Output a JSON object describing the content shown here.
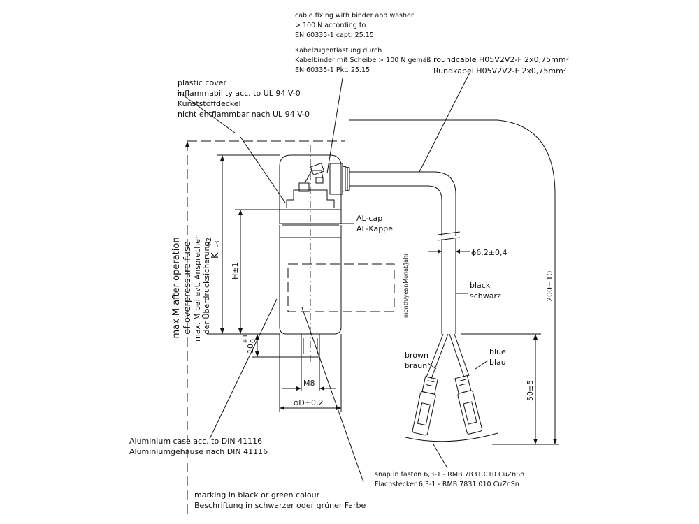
{
  "notes": {
    "cable_fixing": {
      "en1": "cable fixing with binder and washer",
      "en2": "> 100 N according to",
      "en3": "EN 60335-1 capt. 25.15",
      "de1": "Kabelzugentlastung durch",
      "de2": "Kabelbinder mit Scheibe > 100 N gemäß",
      "de3": "EN 60335-1 Pkt. 25.15"
    },
    "round_cable": {
      "en": "roundcable H05V2V2-F  2x0,75mm²",
      "de": "Rundkabel H05V2V2-F  2x0,75mm²"
    },
    "plastic_cover": {
      "en1": "plastic cover",
      "en2": "inflammability acc. to UL 94 V-0",
      "de1": "Kunststoffdeckel",
      "de2": "nicht entflammbar nach UL 94 V-0"
    },
    "al_cap": {
      "en": "AL-cap",
      "de": "AL-Kappe"
    },
    "cable_dia": "ϕ6,2±0,4",
    "black": {
      "en": "black",
      "de": "schwarz"
    },
    "brown": {
      "en": "brown",
      "de": "braun"
    },
    "blue": {
      "en": "blue",
      "de": "blau"
    },
    "date_code": "month/year/Monat/Jahr",
    "max_m": {
      "en1": "max M after operation",
      "en2": "of overpressure fuse",
      "de1": "max. M bei evt. Ansprechen",
      "de2": "der Überdrucksicherung"
    },
    "aluminium_case": {
      "en": "Aluminium case acc. to DIN 41116",
      "de": "Aluminiumgehäuse nach DIN 41116"
    },
    "snap_in": {
      "en": "snap in faston 6,3-1 - RMB 7831.010 CuZnSn",
      "de": "Flachstecker 6,3-1 - RMB 7831.010 CuZnSn"
    },
    "marking": {
      "en": "marking in black or green colour",
      "de": "Beschriftung in schwarzer oder grüner Farbe"
    }
  },
  "dimensions": {
    "k": "K",
    "k_tol_up": "+2",
    "k_tol_dn": "-3",
    "h": "H±1",
    "stud": "10",
    "stud_tol_up": "+1",
    "stud_tol_dn": "0",
    "m8": "M8",
    "d": "ϕD±0,2",
    "cable_len": "200±10",
    "lead_len": "50±5"
  }
}
